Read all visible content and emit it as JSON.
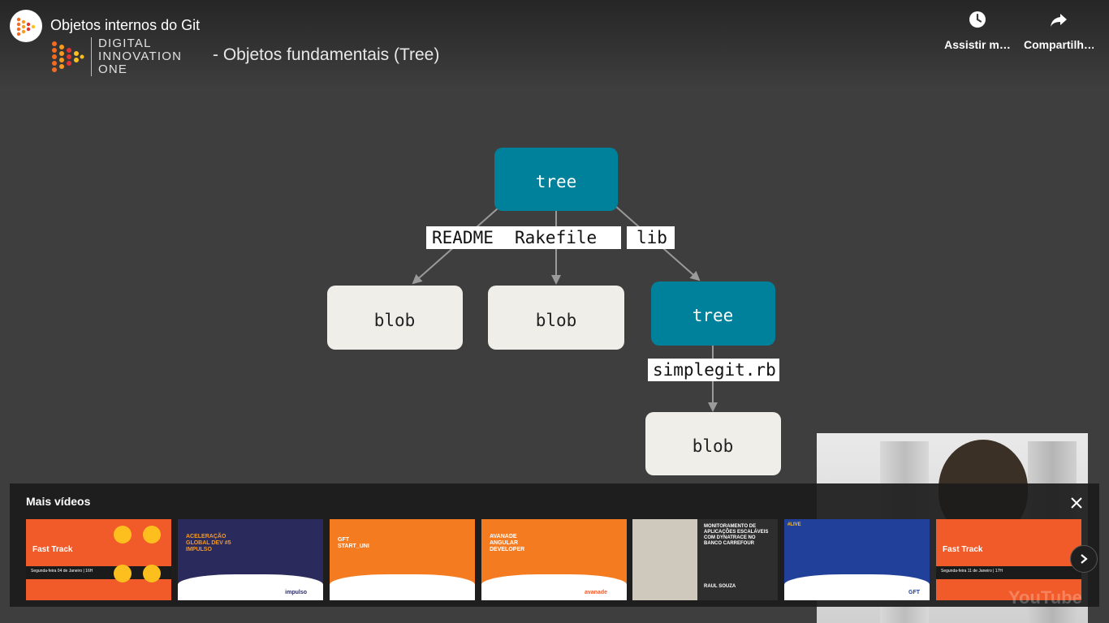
{
  "video": {
    "title": "Objetos internos do Git"
  },
  "actions": [
    {
      "label": "Assistir m…",
      "icon": "clock-icon"
    },
    {
      "label": "Compartilh…",
      "icon": "share-icon"
    }
  ],
  "slide": {
    "logo_lines": [
      "DIGITAL",
      "INNOVATION",
      "ONE"
    ],
    "subtitle": "- Objetos fundamentais (Tree)"
  },
  "diagram": {
    "nodes": [
      {
        "id": "root-tree",
        "label": "tree",
        "kind": "tree"
      },
      {
        "id": "blob-readme",
        "label": "blob",
        "kind": "blob"
      },
      {
        "id": "blob-rakefile",
        "label": "blob",
        "kind": "blob"
      },
      {
        "id": "lib-tree",
        "label": "tree",
        "kind": "tree"
      },
      {
        "id": "blob-simplegit",
        "label": "blob",
        "kind": "blob"
      }
    ],
    "edge_labels": [
      "README",
      "Rakefile",
      "lib",
      "simplegit.rb"
    ],
    "colors": {
      "tree": "#00819b",
      "blob": "#efeee9",
      "edge": "#9a9a9a"
    }
  },
  "more_videos": {
    "title": "Mais vídeos",
    "thumbnails": [
      {
        "top": "Fast Track",
        "sub": "Segunda-feira  04 de Janeiro | 16H",
        "bg": "#f15a29"
      },
      {
        "top": "ACELERAÇÃO GLOBAL DEV #5 IMPULSO",
        "sub": "impulso",
        "bg": "#2b2a5c"
      },
      {
        "top": "GFT START_UNI",
        "sub": "",
        "bg": "#f47b20"
      },
      {
        "top": "AVANADE ANGULAR DEVELOPER",
        "sub": "avanade",
        "bg": "#f47b20"
      },
      {
        "top": "MONITORAMENTO DE APLICAÇÕES ESCALÁVEIS COM DYNATRACE NO BANCO CARREFOUR",
        "sub": "RAUL SOUZA",
        "bg": "#2e2e2e"
      },
      {
        "top": "#LIVE",
        "sub": "GFT",
        "bg": "#21409a"
      },
      {
        "top": "Fast Track",
        "sub": "Segunda-feira  11 de Janeiro | 17H",
        "bg": "#f15a29"
      }
    ]
  },
  "watermark": "YouTube"
}
